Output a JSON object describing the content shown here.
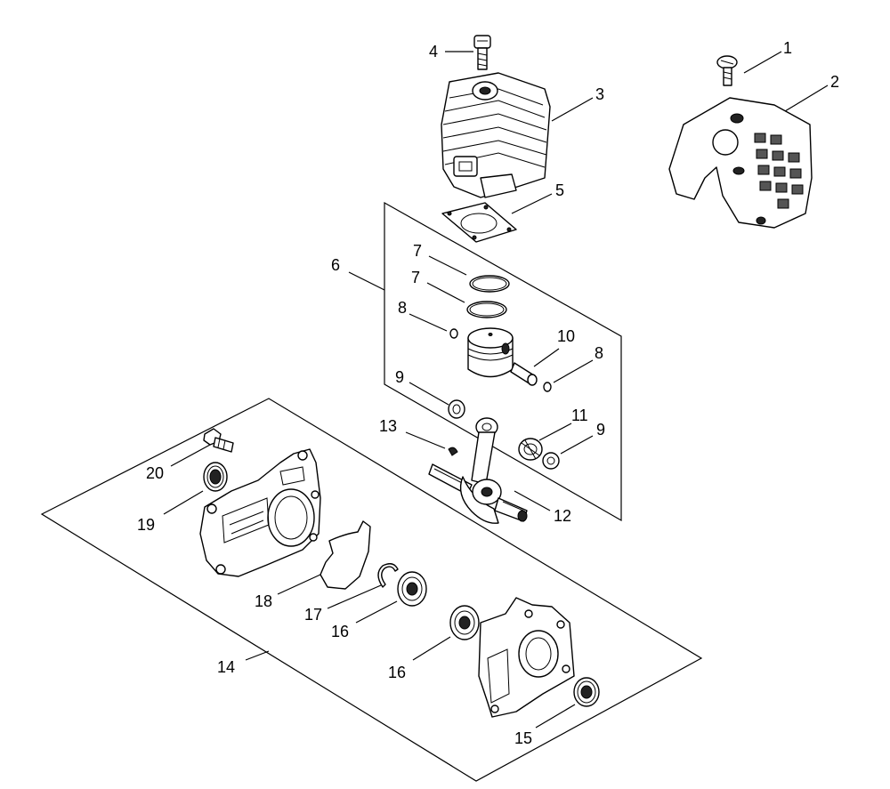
{
  "callouts": {
    "c1": "1",
    "c2": "2",
    "c3": "3",
    "c4": "4",
    "c5": "5",
    "c6": "6",
    "c7a": "7",
    "c7b": "7",
    "c8a": "8",
    "c8b": "8",
    "c9a": "9",
    "c9b": "9",
    "c10": "10",
    "c11": "11",
    "c12": "12",
    "c13": "13",
    "c14": "14",
    "c15": "15",
    "c16a": "16",
    "c16b": "16",
    "c17": "17",
    "c18": "18",
    "c19": "19",
    "c20": "20"
  }
}
